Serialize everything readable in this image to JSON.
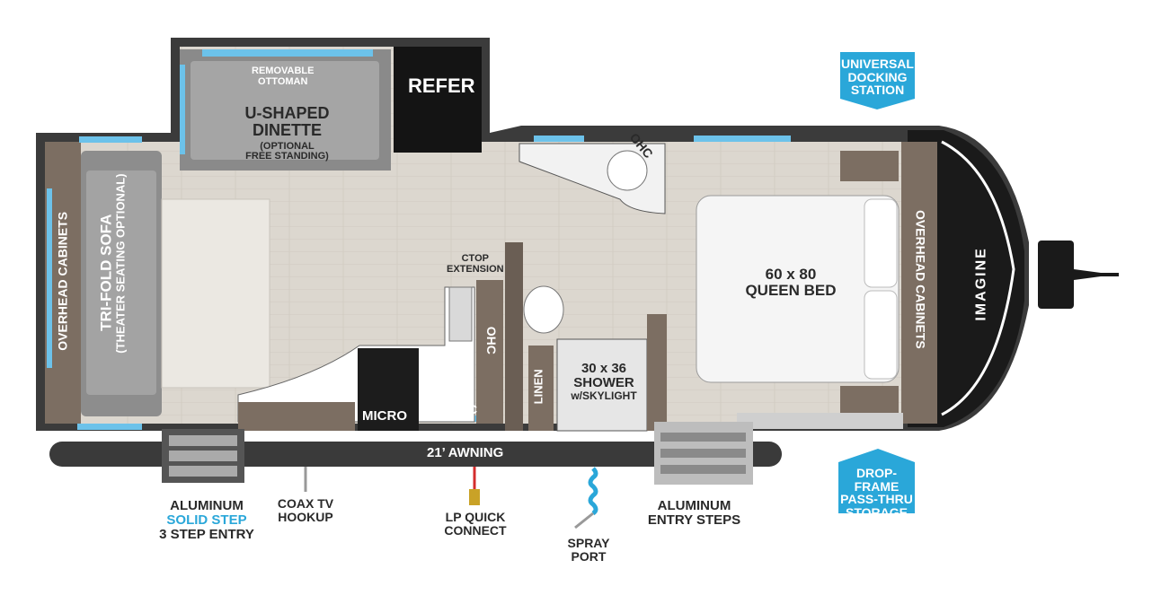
{
  "colors": {
    "floor": "#d9d4cc",
    "wall": "#5a5a5a",
    "cabinet": "#7c6e62",
    "window": "#6cc2ea",
    "badge": "#2aa7d9",
    "awning": "#3a3a3a"
  },
  "labels": {
    "ottoman": [
      "REMOVABLE",
      "OTTOMAN"
    ],
    "refer": "REFER",
    "dinette": [
      "U-SHAPED",
      "DINETTE",
      "(OPTIONAL",
      "FREE STANDING)"
    ],
    "ohc_top": "OHC",
    "ctop": [
      "CTOP",
      "EXTENSION"
    ],
    "ohc_mid": "OHC",
    "ohc_bottom": "OHC",
    "micro": "MICRO",
    "linen": "LINEN",
    "shower": [
      "30 x 36",
      "SHOWER",
      "w/SKYLIGHT"
    ],
    "bed": [
      "60 x 80",
      "QUEEN BED"
    ],
    "overhead_left": "OVERHEAD CABINETS",
    "sofa": [
      "TRI-FOLD SOFA",
      "(THEATER SEATING OPTIONAL)"
    ],
    "overhead_right": "OVERHEAD CABINETS",
    "brand": "IMAGINE",
    "awning": "21’ AWNING"
  },
  "callouts": {
    "step_entry": [
      "ALUMINUM",
      "SOLID STEP",
      "3 STEP ENTRY"
    ],
    "coax": [
      "COAX TV",
      "HOOKUP"
    ],
    "lp": [
      "LP QUICK",
      "CONNECT"
    ],
    "spray": [
      "SPRAY",
      "PORT"
    ],
    "entry_steps": [
      "ALUMINUM",
      "ENTRY STEPS"
    ]
  },
  "badges": {
    "docking": [
      "UNIVERSAL",
      "DOCKING",
      "STATION"
    ],
    "storage": [
      "DROP-FRAME",
      "PASS-THRU",
      "STORAGE"
    ]
  }
}
